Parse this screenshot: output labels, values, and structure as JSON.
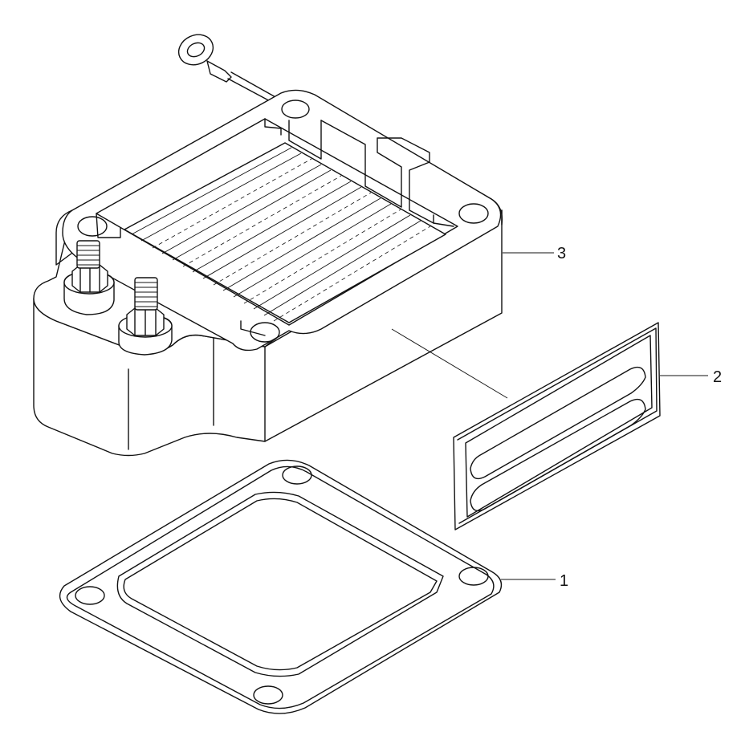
{
  "callouts": [
    {
      "id": "gasket",
      "label": "1"
    },
    {
      "id": "element-gasket",
      "label": "2"
    },
    {
      "id": "heater-housing",
      "label": "3"
    }
  ],
  "colors": {
    "line": "#111111",
    "background": "#ffffff"
  }
}
